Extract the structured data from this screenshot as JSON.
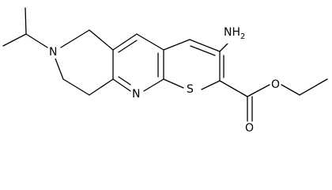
{
  "atoms": {
    "amine": "NH",
    "amine_subscript": "2",
    "ring_nitrogen": "N",
    "pyridine_nitrogen": "N",
    "thiophene_sulfur": "S",
    "ester_carbonyl_oxygen": "O",
    "ester_ether_oxygen": "O"
  },
  "colors": {
    "bond": "#000000",
    "background": "#ffffff"
  }
}
